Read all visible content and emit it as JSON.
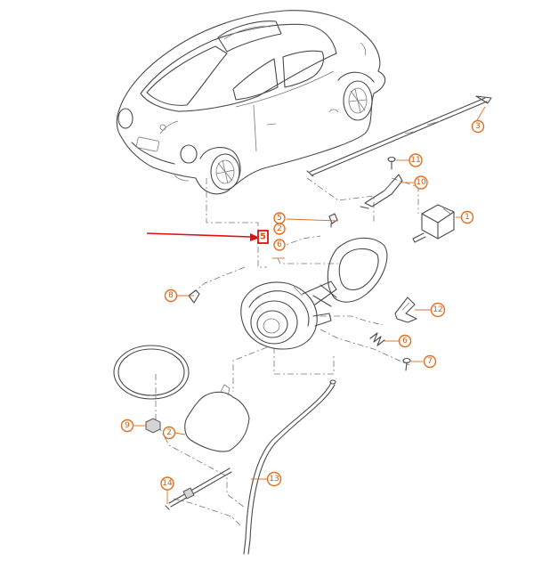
{
  "diagram": {
    "part_labels": {
      "p1": "1",
      "p2a": "2",
      "p2b": "2",
      "p3": "3",
      "p5a": "5",
      "p5b": "5",
      "p6a": "6",
      "p6b": "6",
      "p7": "7",
      "p8": "8",
      "p9": "9",
      "p10": "10",
      "p11": "11",
      "p12": "12",
      "p13": "13",
      "p14": "14"
    },
    "colors": {
      "callout": "#e07020",
      "highlight_arrow": "#e01010",
      "line_art": "#4a4a4a"
    }
  }
}
